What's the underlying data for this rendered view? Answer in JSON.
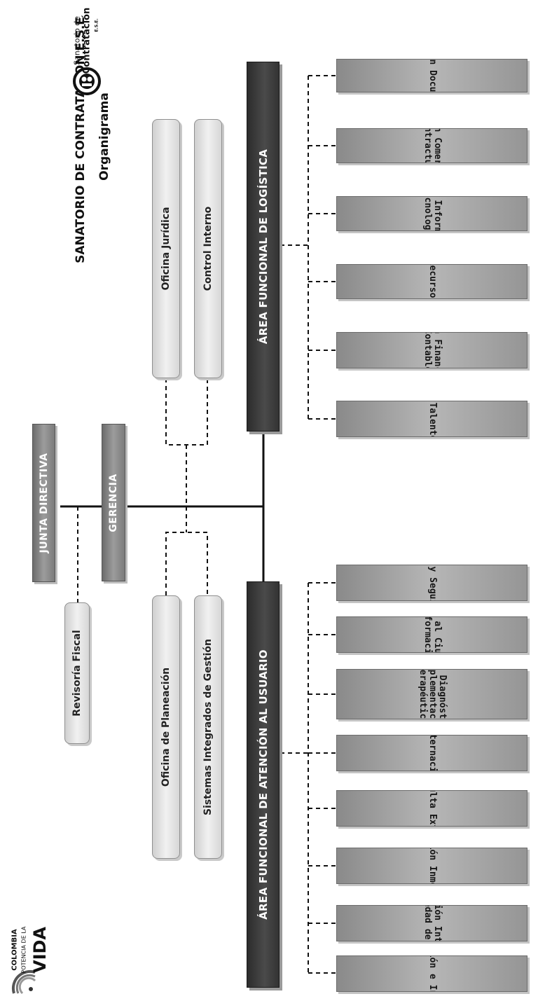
{
  "header": {
    "title": "SANATORIO DE CONTRATACION E.S.E",
    "subtitle": "Organigrama"
  },
  "brand_logo": {
    "small_text": "Sanatorio de",
    "big_text": "Contratación",
    "tag": "E.S.E."
  },
  "gov_logo": {
    "line1": "COLOMBIA",
    "line2": "POTENCIA DE LA",
    "line3": "VIDA"
  },
  "top_nodes": {
    "junta_directiva": "JUNTA DIRECTIVA",
    "gerencia": "GERENCIA",
    "revisoria_fiscal": "Revisoría Fiscal"
  },
  "advisory_offices": {
    "oficina_juridica": "Oficina Jurídica",
    "control_interno": "Control Interno",
    "oficina_planeacion": "Oficina de Planeación",
    "sistemas_integrados": "Sistemas Integrados de Gestión"
  },
  "areas": {
    "logistica": {
      "label": "ÁREA FUNCIONAL DE LOGÍSTICA",
      "units": [
        "Gestión Documental",
        "Gestión Comercial y\nContractual",
        "Gestión Información y\nTecnología",
        "Gestión Recursos Físicos",
        "Gestión Financiera y\nContable",
        "Gestión Talento Humano"
      ]
    },
    "atencion_usuario": {
      "label": "ÁREA FUNCIONAL DE ATENCIÓN AL USUARIO",
      "units": [
        "Egreso y Seguimiento",
        "Atención al Ciudadano e\nInformación",
        "Apoyo Diagnóstico y\nComplementación\nTerapéutica",
        "Internación",
        "Consulta Externa",
        "Atención Inmediata",
        "Atención Integral\nEnfermedad de Hansen",
        "Admisión e Ingreso"
      ]
    }
  },
  "colors": {
    "dark_box": "#3a3a3a",
    "mid_box": "#8a8a8a",
    "light_box": "#e6e6e6",
    "leaf_box": "#a5a5a5",
    "line": "#111111"
  }
}
